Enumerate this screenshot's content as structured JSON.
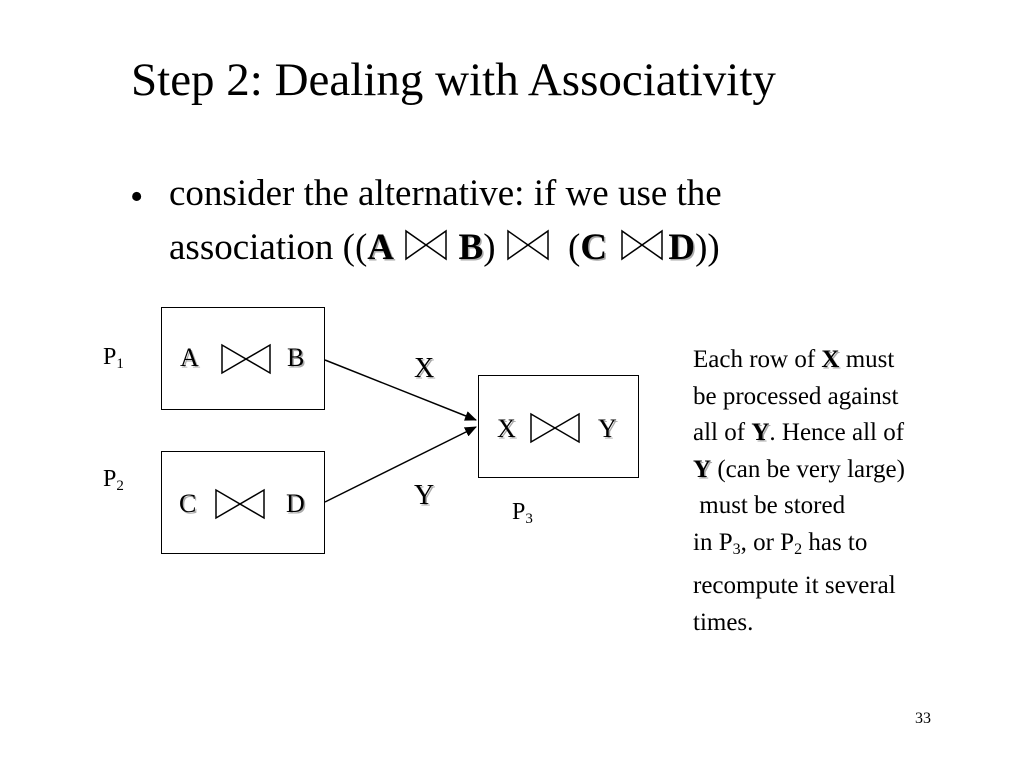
{
  "title": "Step 2: Dealing with Associativity",
  "bullet": {
    "marker": "•",
    "line1": "consider the alternative:  if we use the",
    "line2": {
      "prefix": "association ((",
      "a": "A",
      "b": "B",
      "close1": ")",
      "open2": "(",
      "c": "C",
      "d": "D",
      "suffix": "))"
    }
  },
  "diagram": {
    "p1": {
      "label": "P",
      "sub": "1",
      "left": "A",
      "right": "B"
    },
    "p2": {
      "label": "P",
      "sub": "2",
      "left": "C",
      "right": "D"
    },
    "p3": {
      "label": "P",
      "sub": "3",
      "left": "X",
      "right": "Y"
    },
    "edge_x": "X",
    "edge_y": "Y"
  },
  "note": {
    "l1a": "Each row of ",
    "l1b": "X",
    "l1c": " must",
    "l2": "be processed against",
    "l3a": "all of ",
    "l3b": "Y",
    "l3c": ".  Hence all of",
    "l4a": "Y",
    "l4b": " (can be very large)",
    "l5": " must be stored",
    "l6a": "in P",
    "l6b": "3",
    "l6c": ", or P",
    "l6d": "2",
    "l6e": " has to",
    "l7": "recompute it several",
    "l8": "times."
  },
  "page_number": "33"
}
